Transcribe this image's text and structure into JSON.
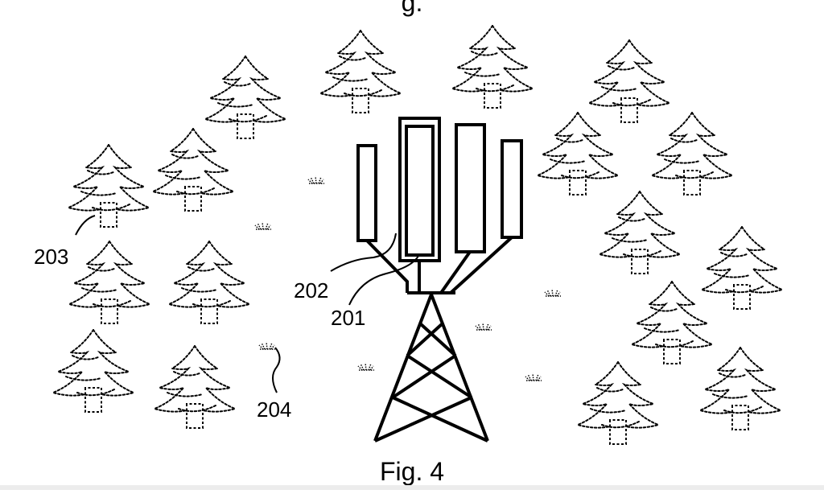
{
  "figure": {
    "caption": "Fig. 4",
    "top_cut_text": "g."
  },
  "labels": {
    "antenna_element": "201",
    "antenna_housing": "202",
    "tree": "203",
    "ground_vegetation": "204"
  }
}
